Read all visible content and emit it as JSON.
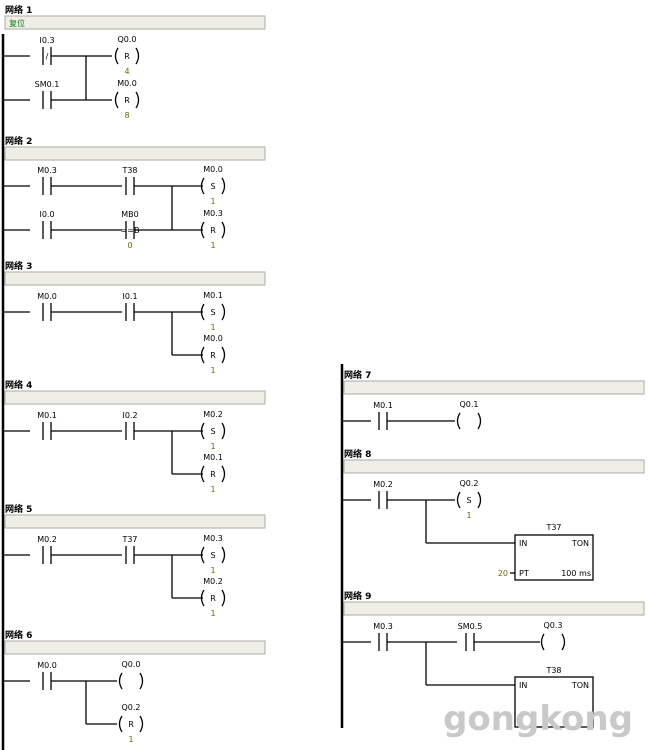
{
  "networks": [
    {
      "id": "n1",
      "title": "网络 1",
      "comment": "复位"
    },
    {
      "id": "n2",
      "title": "网络 2",
      "comment": ""
    },
    {
      "id": "n3",
      "title": "网络 3",
      "comment": ""
    },
    {
      "id": "n4",
      "title": "网络 4",
      "comment": ""
    },
    {
      "id": "n5",
      "title": "网络 5",
      "comment": ""
    },
    {
      "id": "n6",
      "title": "网络 6",
      "comment": ""
    },
    {
      "id": "n7",
      "title": "网络 7",
      "comment": ""
    },
    {
      "id": "n8",
      "title": "网络 8",
      "comment": ""
    },
    {
      "id": "n9",
      "title": "网络 9",
      "comment": ""
    }
  ],
  "elements": {
    "n1_c1": {
      "addr": "I0.3",
      "sym": "/"
    },
    "n1_c2": {
      "addr": "SM0.1",
      "sym": ""
    },
    "n1_o1": {
      "addr": "Q0.0",
      "sym": "R",
      "num": "4"
    },
    "n1_o2": {
      "addr": "M0.0",
      "sym": "R",
      "num": "8"
    },
    "n2_c1": {
      "addr": "M0.3",
      "sym": ""
    },
    "n2_c2": {
      "addr": "T38",
      "sym": ""
    },
    "n2_c3": {
      "addr": "I0.0",
      "sym": ""
    },
    "n2_c4": {
      "addr": "MB0",
      "sym": "==B",
      "num": "0"
    },
    "n2_o1": {
      "addr": "M0.0",
      "sym": "S",
      "num": "1"
    },
    "n2_o2": {
      "addr": "M0.3",
      "sym": "R",
      "num": "1"
    },
    "n3_c1": {
      "addr": "M0.0",
      "sym": ""
    },
    "n3_c2": {
      "addr": "I0.1",
      "sym": ""
    },
    "n3_o1": {
      "addr": "M0.1",
      "sym": "S",
      "num": "1"
    },
    "n3_o2": {
      "addr": "M0.0",
      "sym": "R",
      "num": "1"
    },
    "n4_c1": {
      "addr": "M0.1",
      "sym": ""
    },
    "n4_c2": {
      "addr": "I0.2",
      "sym": ""
    },
    "n4_o1": {
      "addr": "M0.2",
      "sym": "S",
      "num": "1"
    },
    "n4_o2": {
      "addr": "M0.1",
      "sym": "R",
      "num": "1"
    },
    "n5_c1": {
      "addr": "M0.2",
      "sym": ""
    },
    "n5_c2": {
      "addr": "T37",
      "sym": ""
    },
    "n5_o1": {
      "addr": "M0.3",
      "sym": "S",
      "num": "1"
    },
    "n5_o2": {
      "addr": "M0.2",
      "sym": "R",
      "num": "1"
    },
    "n6_c1": {
      "addr": "M0.0",
      "sym": ""
    },
    "n6_o1": {
      "addr": "Q0.0",
      "sym": ""
    },
    "n6_o2": {
      "addr": "Q0.2",
      "sym": "R",
      "num": "1"
    },
    "n7_c1": {
      "addr": "M0.1",
      "sym": ""
    },
    "n7_o1": {
      "addr": "Q0.1",
      "sym": ""
    },
    "n8_c1": {
      "addr": "M0.2",
      "sym": ""
    },
    "n8_o1": {
      "addr": "Q0.2",
      "sym": "S",
      "num": "1"
    },
    "n8_t1": {
      "name": "T37",
      "type": "TON",
      "in": "IN",
      "pt": "PT",
      "pt_value": "20",
      "res": "100 ms"
    },
    "n9_c1": {
      "addr": "M0.3",
      "sym": ""
    },
    "n9_c2": {
      "addr": "SM0.5",
      "sym": ""
    },
    "n9_o1": {
      "addr": "Q0.3",
      "sym": ""
    },
    "n9_t1": {
      "name": "T38",
      "type": "TON",
      "in": "IN"
    }
  },
  "watermark": "gongkong"
}
